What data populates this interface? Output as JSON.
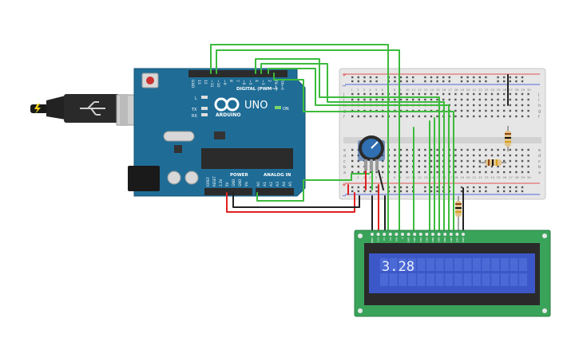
{
  "arduino": {
    "brand": "ARDUINO",
    "model": "UNO",
    "on_label": "ON",
    "digital_label": "DIGITAL (PWM~)",
    "power_label": "POWER",
    "analog_label": "ANALOG IN",
    "led_labels": [
      "L",
      "TX",
      "RX"
    ],
    "top_pins": [
      "GND",
      "13",
      "12",
      "~11",
      "~10",
      "~9",
      "8",
      "7",
      "~6",
      "~5",
      "4",
      "~3",
      "2",
      "TX→1",
      "RX←0"
    ],
    "power_pins": [
      "IOREF",
      "RESET",
      "3.3V",
      "5V",
      "GND",
      "GND",
      "Vin"
    ],
    "analog_pins": [
      "A0",
      "A1",
      "A2",
      "A3",
      "A4",
      "A5"
    ],
    "colors": {
      "board": "#1f6d97",
      "header": "#2b2b2b",
      "silk": "#ffffff"
    }
  },
  "breadboard": {
    "row_letters_top": [
      "j",
      "i",
      "h",
      "g",
      "f"
    ],
    "row_letters_bottom": [
      "e",
      "d",
      "c",
      "b",
      "a"
    ],
    "col_numbers": [
      "1",
      "2",
      "3",
      "4",
      "5",
      "6",
      "7",
      "8",
      "9",
      "10",
      "11",
      "12",
      "13",
      "14",
      "15",
      "16",
      "17",
      "18",
      "19",
      "20",
      "21",
      "22",
      "23",
      "24",
      "25",
      "26",
      "27",
      "28",
      "29",
      "30"
    ],
    "rail_plus": "+",
    "rail_minus": "−"
  },
  "lcd": {
    "display_text": "3.28",
    "pin_labels": [
      "GND",
      "VCC",
      "V0",
      "RS",
      "RW",
      "E",
      "DB0",
      "DB1",
      "DB2",
      "DB3",
      "DB4",
      "DB5",
      "DB6",
      "DB7",
      "LED",
      "LED"
    ],
    "colors": {
      "pcb": "#3aa35a",
      "screen": "#3c58c8",
      "char_cell": "#4b6ad6",
      "text": "#e8eefc"
    }
  },
  "components": {
    "potentiometer": "potentiometer",
    "resistors": 3
  },
  "wires": {
    "colors": {
      "signal": "#3dbb3d",
      "power": "#e02020",
      "ground": "#222222"
    }
  }
}
